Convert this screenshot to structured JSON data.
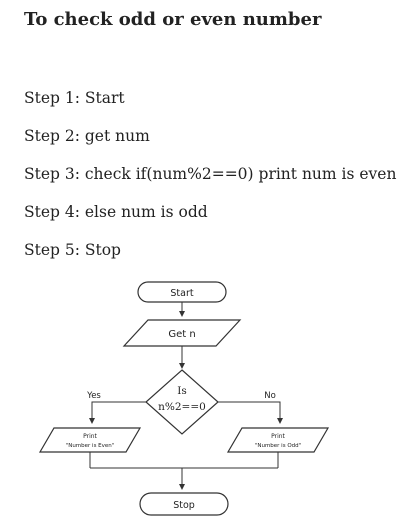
{
  "title": "To check odd or even number",
  "steps": [
    "Step 1: Start",
    "Step 2: get num",
    "Step 3: check if(num%2==0) print num is even",
    "Step 4: else num is odd",
    "Step 5: Stop"
  ],
  "flowchart": {
    "start": "Start",
    "input": "Get n",
    "decision_line1": "Is",
    "decision_line2": "n%2==0",
    "yes_label": "Yes",
    "no_label": "No",
    "even_line1": "Print",
    "even_line2": "\"Number is Even\"",
    "odd_line1": "Print",
    "odd_line2": "\"Number is Odd\"",
    "stop": "Stop"
  }
}
